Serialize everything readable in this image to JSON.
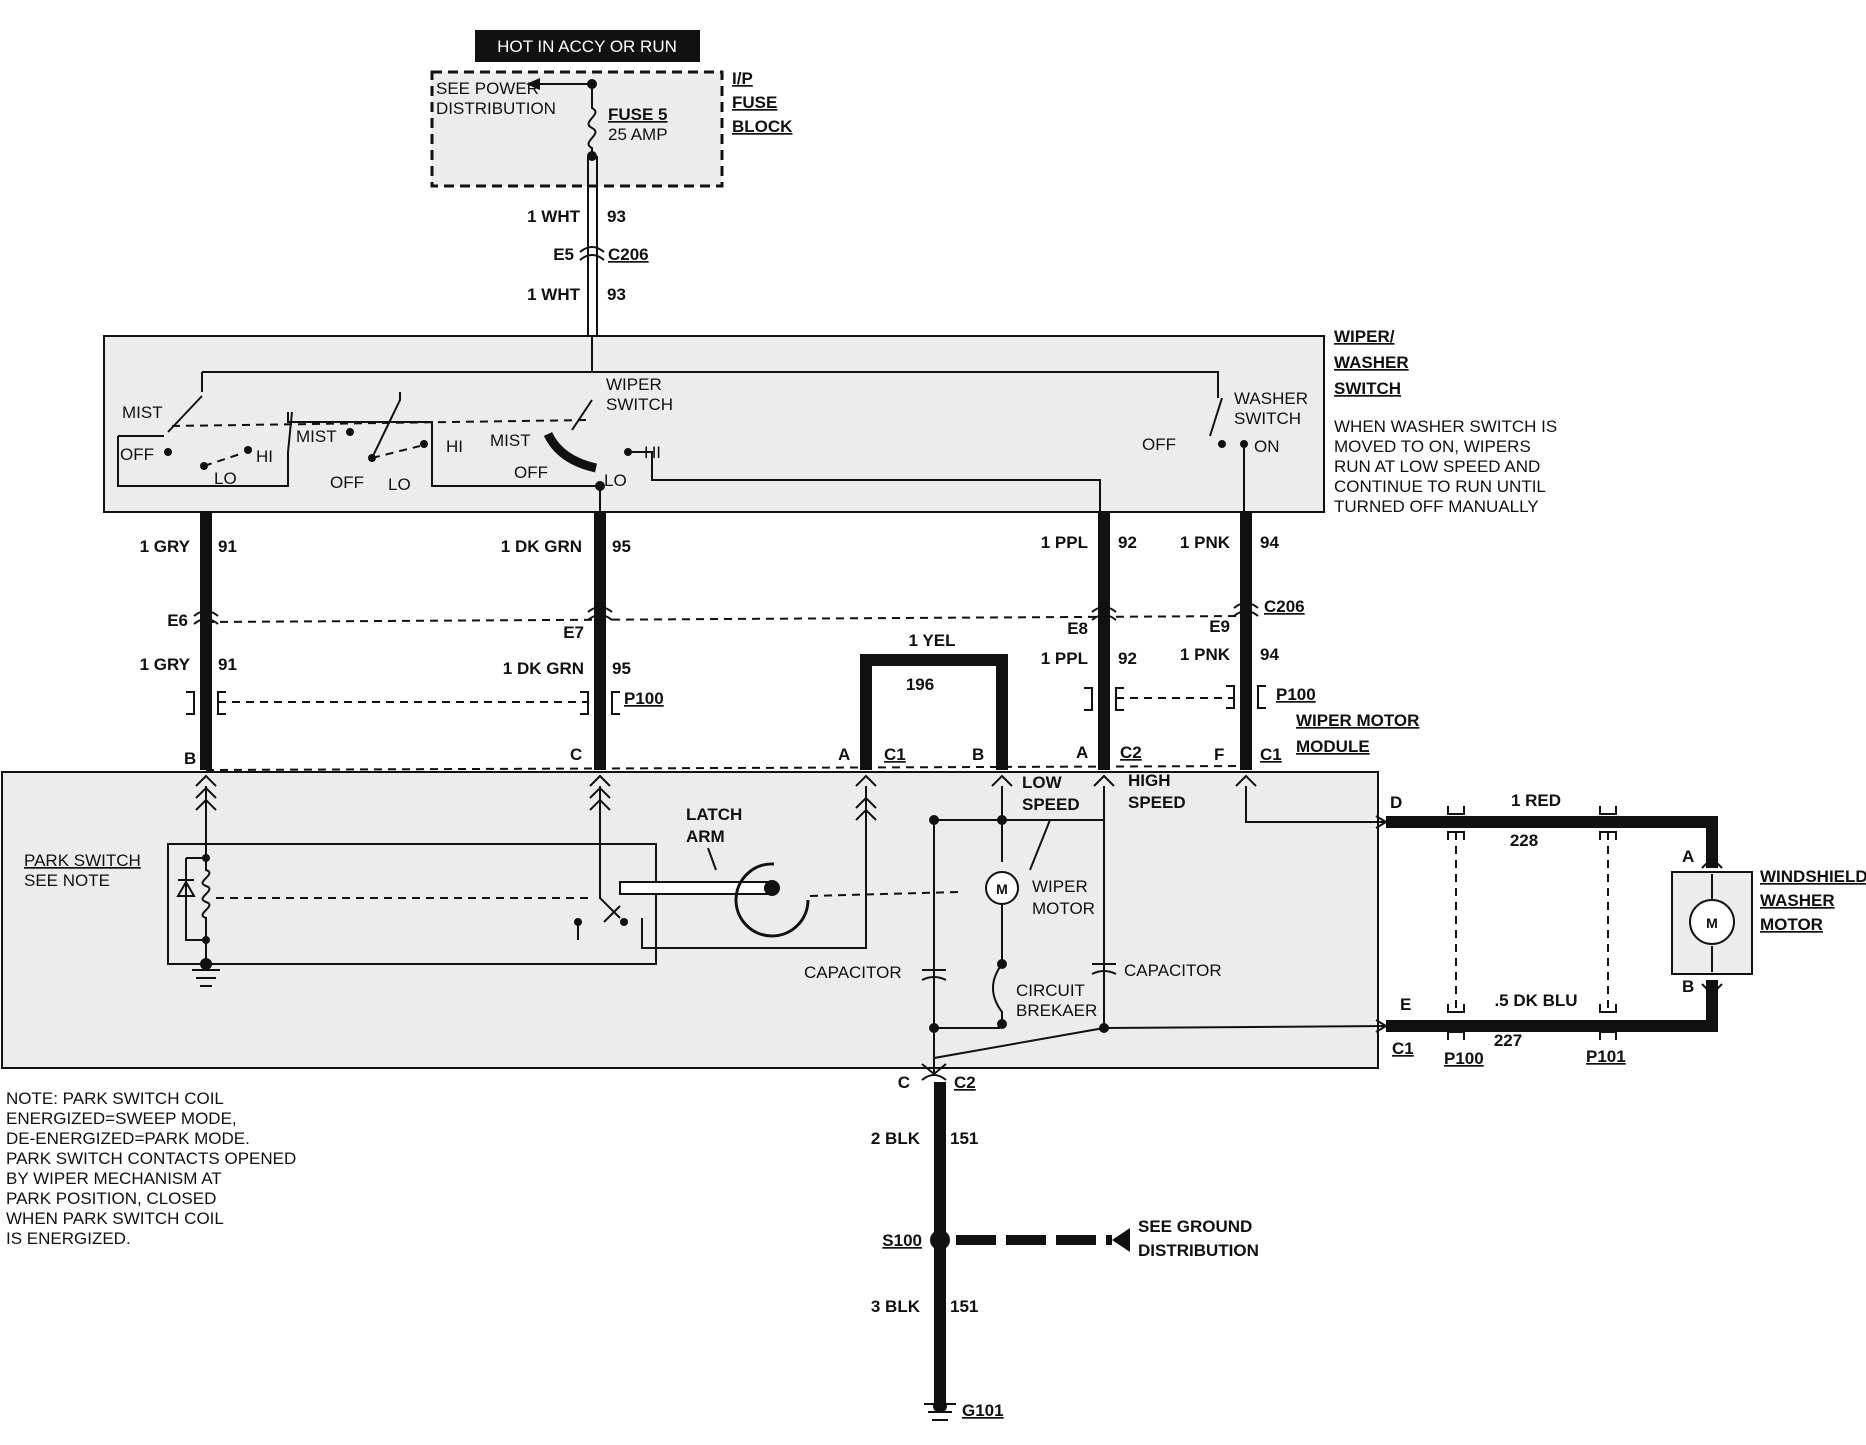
{
  "header": {
    "hot_label": "HOT IN ACCY OR RUN"
  },
  "fuse_block": {
    "see_power_1": "SEE POWER",
    "see_power_2": "DISTRIBUTION",
    "fuse_1": "FUSE 5",
    "fuse_2": "25 AMP",
    "block_1": "I/P",
    "block_2": "FUSE",
    "block_3": "BLOCK"
  },
  "feed": {
    "wire_top": "1 WHT",
    "circuit_top": "93",
    "conn_pin": "E5",
    "conn_name": "C206",
    "wire_bottom": "1 WHT",
    "circuit_bottom": "93"
  },
  "wiper_washer_switch": {
    "title_1": "WIPER/",
    "title_2": "WASHER",
    "title_3": "SWITCH",
    "note_lines": [
      "WHEN WASHER SWITCH IS",
      "MOVED TO ON, WIPERS",
      "RUN AT LOW SPEED AND",
      "CONTINUE TO RUN UNTIL",
      "TURNED OFF MANUALLY"
    ],
    "wiper_switch_1": "WIPER",
    "wiper_switch_2": "SWITCH",
    "washer_switch_1": "WASHER",
    "washer_switch_2": "SWITCH",
    "mist": "MIST",
    "off": "OFF",
    "lo": "LO",
    "hi": "HI",
    "on": "ON"
  },
  "wires": {
    "w91": "1 GRY",
    "c91": "91",
    "w95": "1 DK GRN",
    "c95": "95",
    "w92": "1 PPL",
    "c92": "92",
    "w94": "1 PNK",
    "c94": "94",
    "w196": "1 YEL",
    "c196": "196",
    "w228": "1 RED",
    "c228": "228",
    "w227": ".5 DK BLU",
    "c227": "227",
    "w151a": "2 BLK",
    "c151a": "151",
    "w151b": "3 BLK",
    "c151b": "151"
  },
  "connectors": {
    "e6": "E6",
    "e7": "E7",
    "e8": "E8",
    "e9": "E9",
    "c206": "C206",
    "p100": "P100",
    "p101": "P101",
    "c1": "C1",
    "c2": "C2",
    "pin_a": "A",
    "pin_b": "B",
    "pin_c": "C",
    "pin_d": "D",
    "pin_e": "E",
    "pin_f": "F",
    "s100": "S100",
    "g101": "G101"
  },
  "module": {
    "title_1": "WIPER MOTOR",
    "title_2": "MODULE",
    "park_switch_1": "PARK SWITCH",
    "park_switch_2": "SEE NOTE",
    "latch_1": "LATCH",
    "latch_2": "ARM",
    "low_1": "LOW",
    "low_2": "SPEED",
    "high_1": "HIGH",
    "high_2": "SPEED",
    "wiper_motor_1": "WIPER",
    "wiper_motor_2": "MOTOR",
    "capacitor": "CAPACITOR",
    "breaker_1": "CIRCUIT",
    "breaker_2": "BREKAER",
    "motor_symbol": "M"
  },
  "washer_motor": {
    "title_1": "WINDSHIELD",
    "title_2": "WASHER",
    "title_3": "MOTOR"
  },
  "ground": {
    "see_1": "SEE GROUND",
    "see_2": "DISTRIBUTION"
  },
  "note_lines": [
    "NOTE: PARK SWITCH COIL",
    "ENERGIZED=SWEEP MODE,",
    "DE-ENERGIZED=PARK MODE.",
    "PARK SWITCH CONTACTS OPENED",
    "BY WIPER MECHANISM AT",
    "PARK POSITION, CLOSED",
    "WHEN PARK SWITCH COIL",
    "IS ENERGIZED."
  ]
}
